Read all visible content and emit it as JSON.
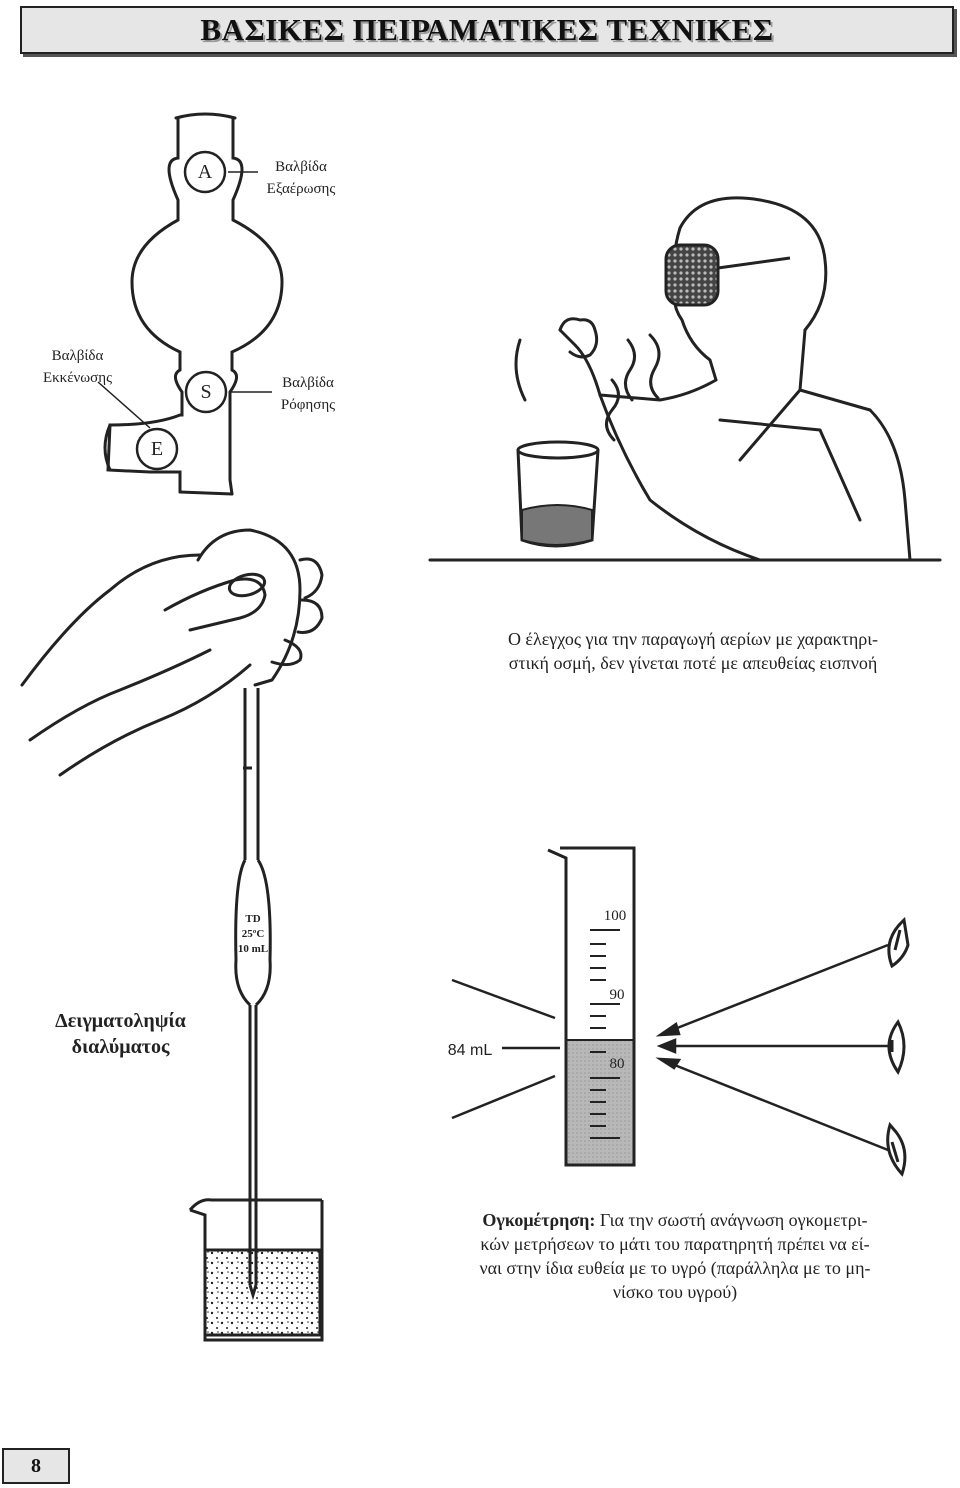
{
  "page": {
    "title": "ΒΑΣΙΚΕΣ ΠΕΙΡΑΜΑΤΙΚΕΣ ΤΕΧΝΙΚΕΣ",
    "page_number": "8"
  },
  "funnel": {
    "valve_a_letter": "A",
    "valve_s_letter": "S",
    "valve_e_letter": "E",
    "vent_valve_line1": "Βαλβίδα",
    "vent_valve_line2": "Εξαέρωσης",
    "drain_valve_line1": "Βαλβίδα",
    "drain_valve_line2": "Εκκένωσης",
    "flow_valve_line1": "Βαλβίδα",
    "flow_valve_line2": "Ρόφησης"
  },
  "smell": {
    "caption_line1": "Ο έλεγχος για την παραγωγή αερίων με χαρακτηρι-",
    "caption_line2": "στική οσμή, δεν γίνεται ποτέ με απευθείας εισπνοή"
  },
  "pipette": {
    "label_td": "TD",
    "label_temp": "25ºC",
    "label_volume": "10 mL",
    "caption_line1": "Δειγματοληψία",
    "caption_line2": "διαλύματος"
  },
  "cylinder": {
    "tick_100": "100",
    "tick_90": "90",
    "tick_80": "80",
    "reading_label": "84 mL",
    "caption_bold": "Ογκομέτρηση:",
    "caption_line1_rest": " Για την σωστή ανάγνωση ογκομετρι-",
    "caption_line2": "κών μετρήσεων το μάτι του παρατηρητή πρέπει να εί-",
    "caption_line3": "ναι στην ίδια ευθεία με το υγρό (παράλληλα με το μη-",
    "caption_line4": "νίσκο του υγρού)",
    "fill_level_ml": 84
  },
  "icons": {
    "funnel": "separatory-funnel-illustration",
    "scientist": "scientist-goggles-illustration",
    "hand": "hand-pipette-bulb-illustration",
    "eye": "eye-icon"
  }
}
